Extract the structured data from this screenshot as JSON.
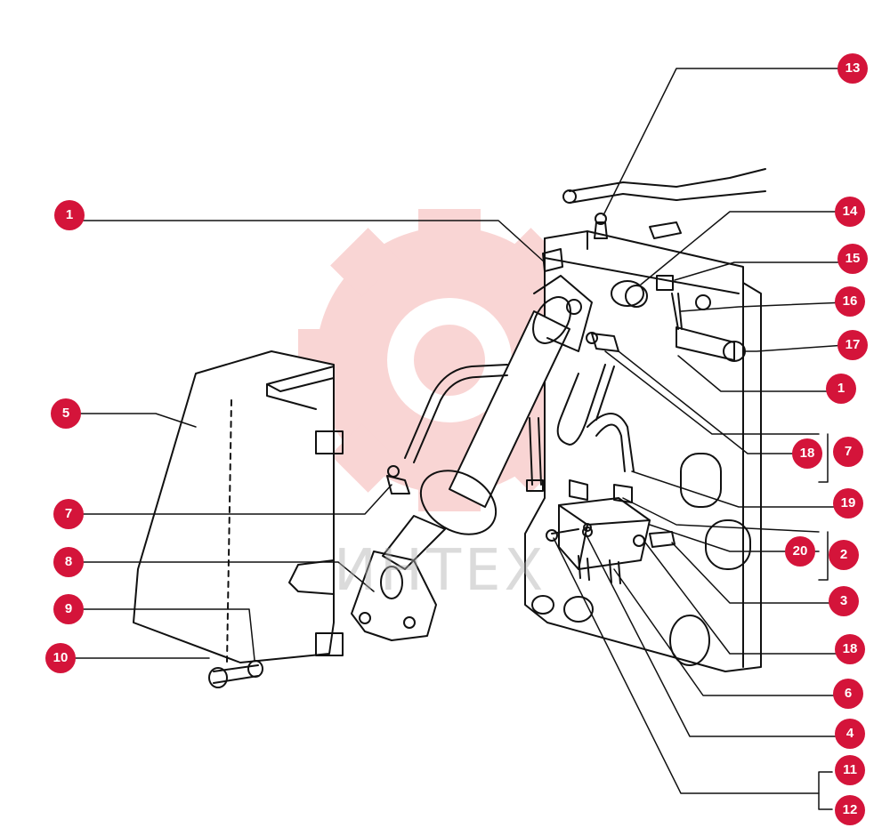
{
  "colors": {
    "callout": "#d4143a",
    "line": "#111111",
    "watermark": "#e8433f"
  },
  "watermark": {
    "text": "ИНТЕХ"
  },
  "callouts": {
    "c13": "13",
    "c1a": "1",
    "c14": "14",
    "c15": "15",
    "c16": "16",
    "c17": "17",
    "c1b": "1",
    "c5": "5",
    "c18a": "18",
    "c7a": "7",
    "c7b": "7",
    "c19": "19",
    "c8": "8",
    "c20": "20",
    "c2": "2",
    "c9": "9",
    "c3": "3",
    "c10": "10",
    "c18b": "18",
    "c6": "6",
    "c4": "4",
    "c11": "11",
    "c12": "12"
  }
}
